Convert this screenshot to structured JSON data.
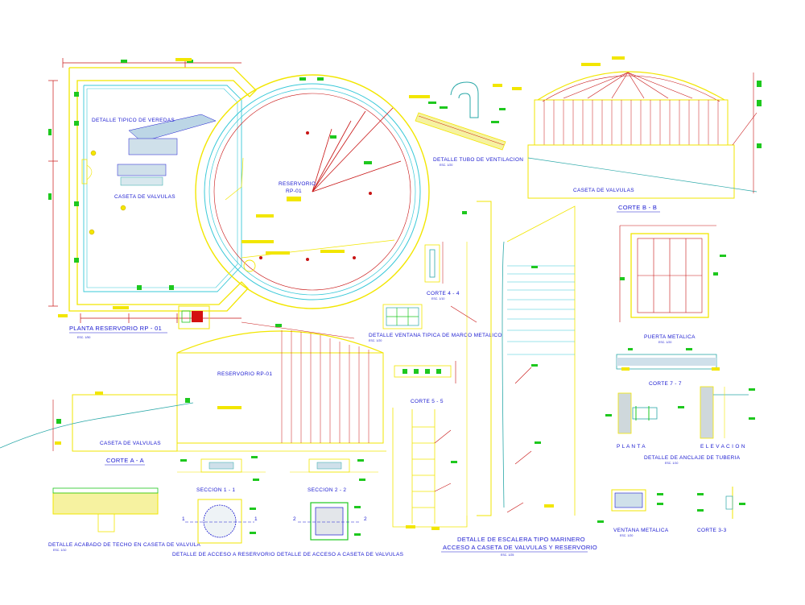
{
  "colors": {
    "background": "#ffffff",
    "cyan": "#38c8d8",
    "yellow": "#f2e600",
    "red": "#c81414",
    "green": "#1ec81e",
    "blue": "#1a1ad0",
    "teal": "#2aa8a8"
  },
  "titles": {
    "planta": "PLANTA   RESERVORIO   RP - 01",
    "detalle_tipico": "DETALLE TIPICO DE VEREDAS",
    "caseta_planta": "CASETA DE VALVULAS",
    "reservorio_planta": "RESERVORIO",
    "reservorio_planta_code": "RP-01",
    "tubo_ventilacion": "DETALLE  TUBO  DE  VENTILACION",
    "corte_b": "CORTE  B  -  B",
    "caseta_corte_b": "CASETA DE VALVULAS",
    "corte_4": "CORTE 4 - 4",
    "ventana": "DETALLE VENTANA TIPICA  DE MARCO METALICO",
    "corte_5": "CORTE 5 - 5",
    "reservorio_corte": "RESERVORIO RP-01",
    "caseta_corte_a": "CASETA DE VALVULAS",
    "corte_a": "CORTE  A  -  A",
    "seccion_1": "SECCION  1  -  1",
    "seccion_2": "SECCION  2  -  2",
    "acabado": "DETALLE  ACABADO   DE TECHO EN CASETA DE VALVULA",
    "acceso_reservorio": "DETALLE DE ACCESO A RESERVORIO",
    "acceso_caseta": "DETALLE DE ACCESO A CASETA DE VALVULAS",
    "escalera_1": "DETALLE DE ESCALERA TIPO MARINERO",
    "escalera_2": "ACCESO A CASETA DE VALVULAS Y RESERVORIO",
    "puerta": "PUERTA METALICA",
    "corte_7": "CORTE   7  -  7",
    "planta_small": "P L A N T A",
    "elevacion": "E L E V A C I O N",
    "anclaje": "DETALLE  DE  ANCLAJE  DE  TUBERIA",
    "ventana_metalica": "VENTANA METALICA",
    "corte_3": "CORTE 3-3"
  },
  "scales": {
    "escala_50": "ESC. 1/50",
    "escala_20": "ESC. 1/20",
    "escala_25": "ESC. 1/25",
    "escala_10": "ESC. 1/10"
  },
  "section_marks": {
    "one": "1",
    "two": "2"
  }
}
